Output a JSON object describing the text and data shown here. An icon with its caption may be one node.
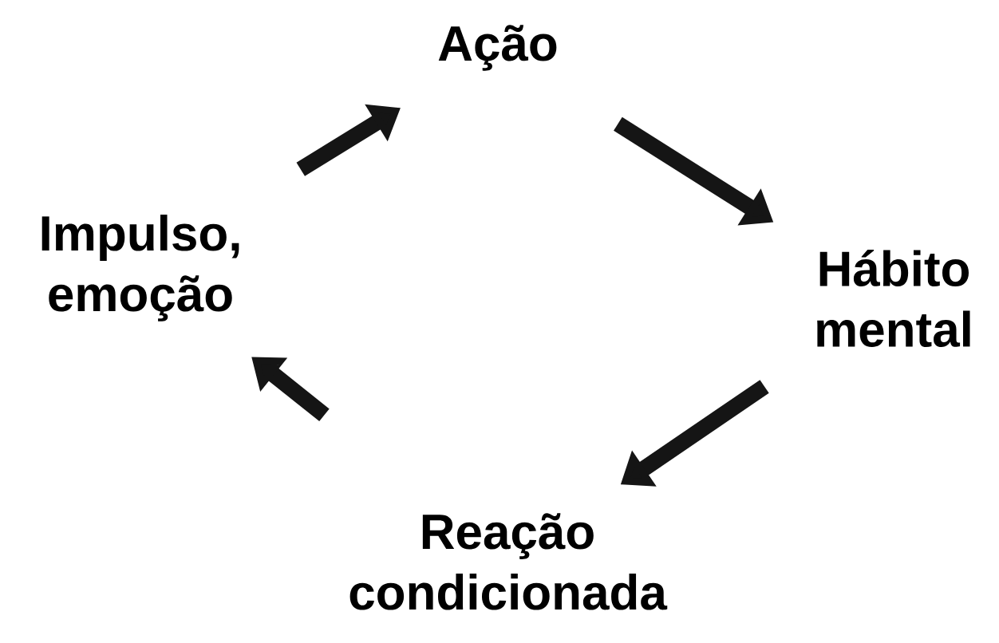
{
  "diagram": {
    "nodes": [
      {
        "text": [
          "Ação"
        ]
      },
      {
        "text": [
          "Hábito mental"
        ]
      },
      {
        "text": [
          "Reação condicionada"
        ]
      },
      {
        "text": [
          "Impulso, emoção"
        ]
      }
    ],
    "edges": [
      {
        "from": 0,
        "to": 1,
        "arrow": "to"
      },
      {
        "from": 1,
        "to": 2,
        "arrow": "to"
      },
      {
        "from": 2,
        "to": 3,
        "arrow": "to"
      },
      {
        "from": 3,
        "to": 0,
        "arrow": "to"
      }
    ]
  }
}
